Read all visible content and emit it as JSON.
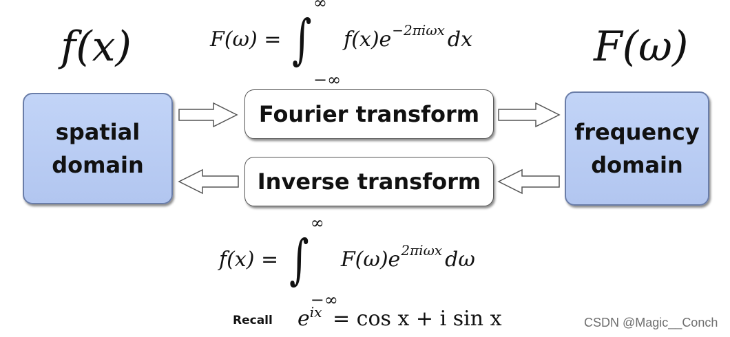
{
  "top_labels": {
    "left": "f(x)",
    "right": "F(ω)"
  },
  "forward_equation": {
    "lhs": "F(ω) =",
    "upper_limit": "∞",
    "lower_limit": "−∞",
    "integrand": "f(x)e",
    "exponent": "−2πiωx",
    "differential": "dx"
  },
  "inverse_equation": {
    "lhs": "f(x) =",
    "upper_limit": "∞",
    "lower_limit": "−∞",
    "integrand": "F(ω)e",
    "exponent": "2πiωx",
    "differential": "dω"
  },
  "domains": {
    "spatial": [
      "spatial",
      "domain"
    ],
    "frequency": [
      "frequency",
      "domain"
    ]
  },
  "transforms": {
    "forward": "Fourier transform",
    "inverse": "Inverse transform"
  },
  "recall": {
    "label": "Recall",
    "base": "e",
    "exponent": "ix",
    "rhs": "= cos x + i sin x"
  },
  "watermark": "CSDN @Magic__Conch",
  "colors": {
    "domain_fill": "#b8cbf3",
    "domain_border": "#6a7da8",
    "arrow_fill": "#ffffff",
    "arrow_stroke": "#555555"
  }
}
